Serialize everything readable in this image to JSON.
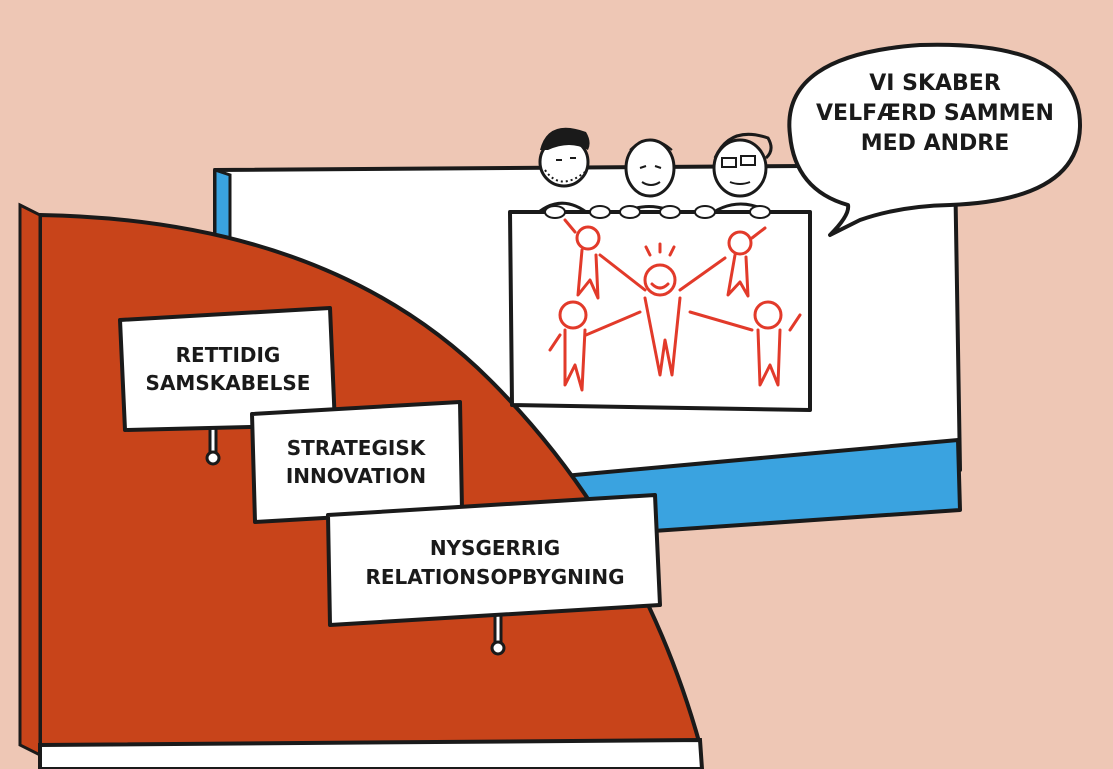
{
  "colors": {
    "background": "#eec7b5",
    "orange": "#c8441a",
    "blue": "#3aa3e0",
    "white": "#ffffff",
    "ink": "#1a1a1a",
    "figure_red": "#e23a2a"
  },
  "speech": {
    "line1": "VI SKABER",
    "line2": "VELFÆRD SAMMEN",
    "line3": "MED ANDRE"
  },
  "signs": [
    {
      "line1": "RETTIDIG",
      "line2": "SAMSKABELSE"
    },
    {
      "line1": "STRATEGISK",
      "line2": "INNOVATION"
    },
    {
      "line1": "NYSGERRIG",
      "line2": "RELATIONSOPBYGNING"
    }
  ],
  "characters": [
    "man-with-beard",
    "older-person",
    "woman-with-glasses"
  ]
}
